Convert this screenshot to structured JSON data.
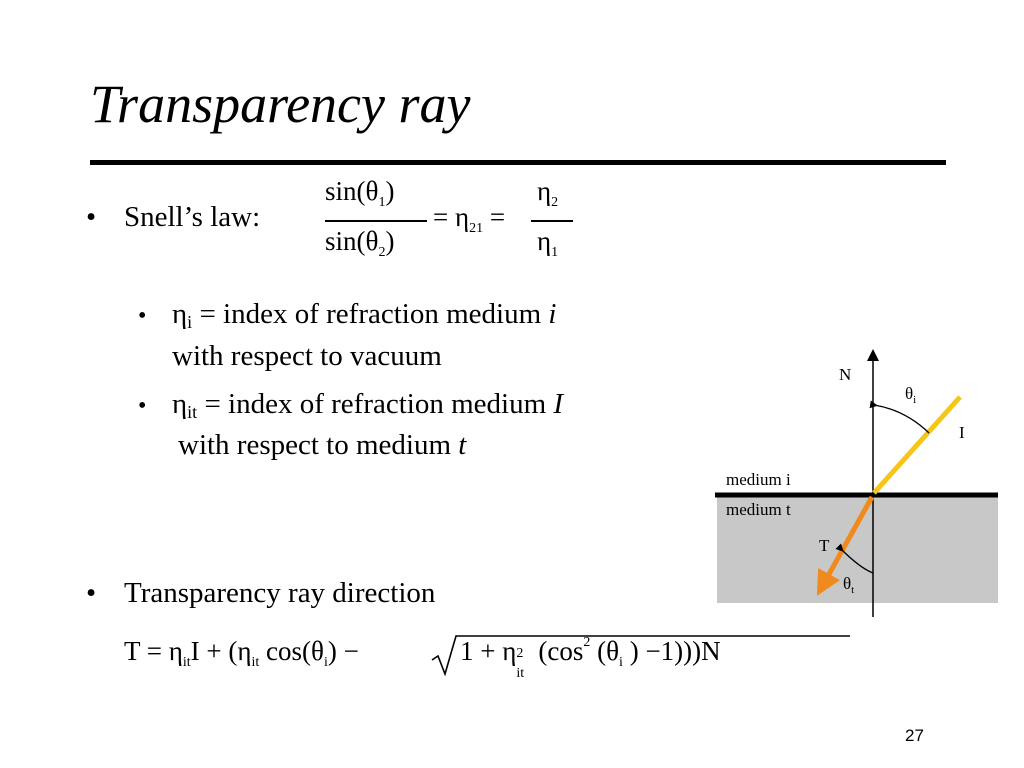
{
  "slide": {
    "title": "Transparency ray",
    "page_number": "27"
  },
  "bullets": {
    "snell": {
      "label": "Snell’s law:",
      "formula": {
        "sin": "sin(",
        "theta": "θ",
        "sub1": "1",
        "sub2": "2",
        "close": ")",
        "equals": "=",
        "eta": "η",
        "sub21": "21"
      }
    },
    "sub_items": [
      {
        "symbol": "η",
        "subscript": "i",
        "text": " = index of refraction medium ",
        "italic": "i",
        "continuation": "with respect to vacuum"
      },
      {
        "symbol": "η",
        "subscript": "it",
        "text": " = index of refraction medium ",
        "italic": "I",
        "continuation": "with respect to medium ",
        "continuation_italic": "t"
      }
    ],
    "direction": {
      "label": "Transparency ray direction",
      "formula": {
        "t": "T",
        "eq": "=",
        "eta": "η",
        "it": "it",
        "i_vec": "I",
        "plus": "+",
        "open": "(",
        "cos": "cos(",
        "theta": "θ",
        "i": "i",
        "close": ")",
        "minus": "−",
        "one": "1",
        "two": "2",
        "cos2": "cos",
        "n_vec": "N"
      }
    }
  },
  "diagram": {
    "normal_label": "N",
    "incident_angle_symbol": "θ",
    "incident_angle_sub": "i",
    "incident_label": "I",
    "medium_i": "medium i",
    "medium_t": "medium t",
    "transmitted_label": "T",
    "transmitted_angle_symbol": "θ",
    "transmitted_angle_sub": "t",
    "colors": {
      "incident": "#f5c518",
      "transmitted": "#f08a1c",
      "medium_t_fill": "#c8c8c8",
      "interface": "#000000"
    }
  }
}
